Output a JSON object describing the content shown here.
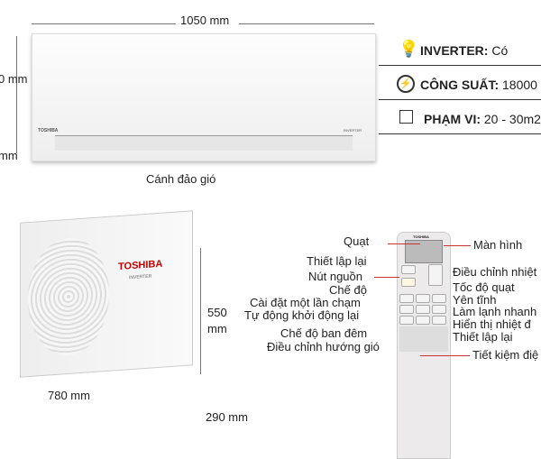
{
  "indoor": {
    "width_label": "1050 mm",
    "height_label": "0 mm",
    "depth_label": "mm",
    "brand": "TOSHIBA",
    "badge": "INVERTER",
    "louver_label": "Cánh đảo gió"
  },
  "outdoor": {
    "brand": "TOSHIBA",
    "badge": "INVERTER",
    "height_label": "550",
    "height_unit": "mm",
    "width_label": "780 mm",
    "depth_label": "290 mm"
  },
  "specs": [
    {
      "icon": "bulb-icon",
      "key": "INVERTER:",
      "value": " Có"
    },
    {
      "icon": "power-icon",
      "key": "CÔNG SUẤT:",
      "value": " 18000"
    },
    {
      "icon": "cube-icon",
      "key": "PHẠM VI:",
      "value": " 20 - 30m2"
    }
  ],
  "remote": {
    "brand": "TOSHIBA",
    "left_labels": [
      "Quạt",
      "Thiết lập lại",
      "Nút nguồn",
      "Chế độ",
      "Cài đặt một lần chạm",
      "Tự động khởi động lại",
      "Chế độ ban đêm",
      "Điều chỉnh hướng gió"
    ],
    "right_labels": [
      "Màn hình",
      "Điều chỉnh nhiệt",
      "Tốc độ quạt",
      "Yên tĩnh",
      "Làm lạnh nhanh",
      "Hiển thị nhiệt đ",
      "Thiết lập lại",
      "Tiết kiệm điệ"
    ]
  },
  "colors": {
    "leader": "#cc3333"
  }
}
